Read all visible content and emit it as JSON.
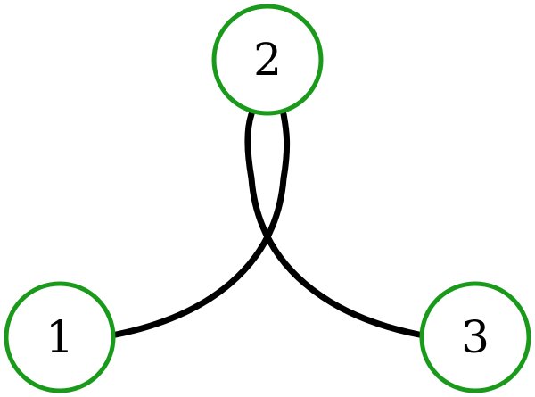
{
  "diagram": {
    "colors": {
      "node_stroke": "#1a9a1a",
      "node_fill": "#ffffff",
      "edge_stroke": "#000000",
      "label": "#000000"
    },
    "nodes": [
      {
        "id": "n1",
        "label": "1"
      },
      {
        "id": "n2",
        "label": "2"
      },
      {
        "id": "n3",
        "label": "3"
      }
    ],
    "edges": [
      {
        "from": "1",
        "to": "2"
      },
      {
        "from": "2",
        "to": "3"
      }
    ]
  }
}
